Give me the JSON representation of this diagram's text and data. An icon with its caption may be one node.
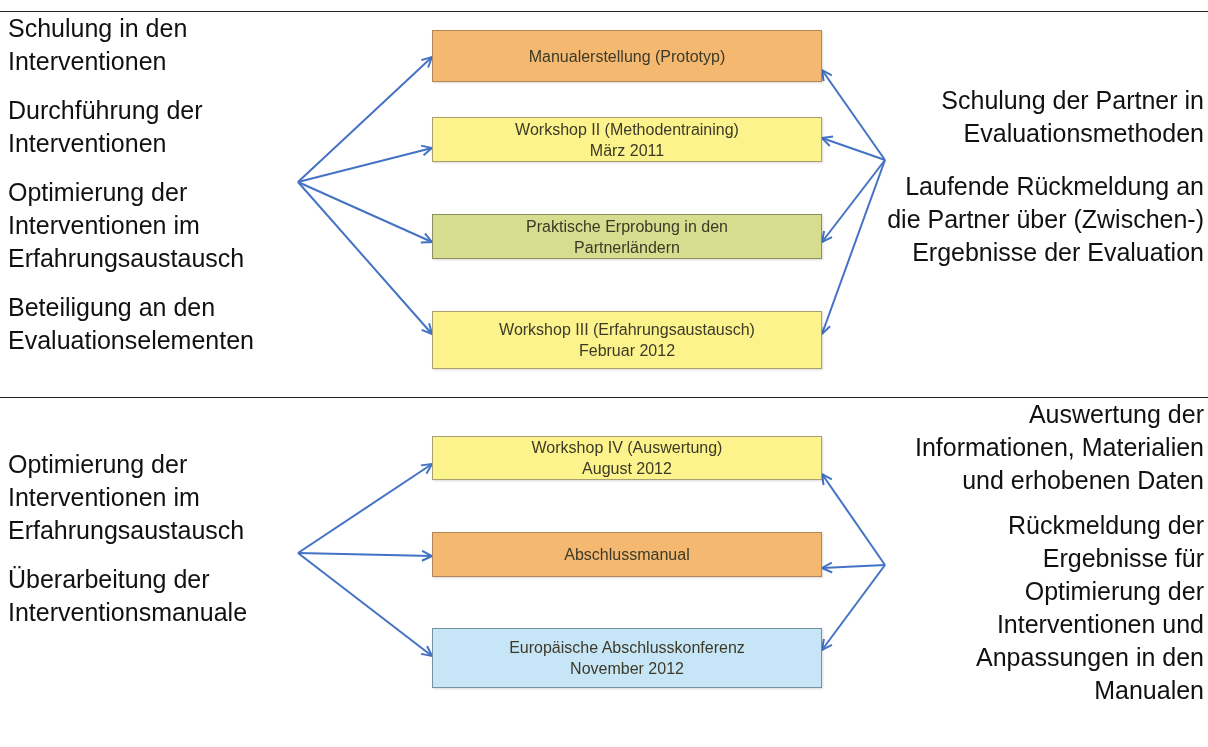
{
  "diagram": {
    "nodes": [
      {
        "text": [
          "Schulung in den Interventionen",
          "Durchführung der Interventionen",
          "Optimierung der Interventionen im Erfahrungsaustausch",
          "Beteiligung an den Evaluationselementen"
        ]
      },
      {
        "text": [
          "Manualerstellung (Prototyp)"
        ]
      },
      {
        "text": [
          "Workshop II (Methodentraining) März 2011"
        ]
      },
      {
        "text": [
          "Praktische Erprobung in den Partnerländern"
        ]
      },
      {
        "text": [
          "Workshop III (Erfahrungsaustausch) Februar 2012"
        ]
      },
      {
        "text": [
          "Schulung der Partner in Evaluationsmethoden",
          "Laufende Rückmeldung an die Partner über (Zwischen-) Ergebnisse der Evaluation"
        ]
      },
      {
        "text": [
          "Optimierung der Interventionen im Erfahrungsaustausch",
          "Überarbeitung der Interventionsmanuale"
        ]
      },
      {
        "text": [
          "Workshop IV (Auswertung) August 2012"
        ]
      },
      {
        "text": [
          "Abschlussmanual"
        ]
      },
      {
        "text": [
          "Europäische Abschlusskonferenz November 2012"
        ]
      },
      {
        "text": [
          "Auswertung der Informationen, Materialien und erhobenen Daten",
          "Rückmeldung der Ergebnisse für Optimierung der Interventionen und Anpassungen in den Manualen"
        ]
      }
    ],
    "edges": [
      {
        "from": 0,
        "to": 1,
        "arrow": "to"
      },
      {
        "from": 0,
        "to": 2,
        "arrow": "to"
      },
      {
        "from": 0,
        "to": 3,
        "arrow": "to"
      },
      {
        "from": 0,
        "to": 4,
        "arrow": "to"
      },
      {
        "from": 5,
        "to": 1,
        "arrow": "to"
      },
      {
        "from": 5,
        "to": 2,
        "arrow": "to"
      },
      {
        "from": 5,
        "to": 3,
        "arrow": "to"
      },
      {
        "from": 5,
        "to": 4,
        "arrow": "to"
      },
      {
        "from": 6,
        "to": 7,
        "arrow": "to"
      },
      {
        "from": 6,
        "to": 8,
        "arrow": "to"
      },
      {
        "from": 6,
        "to": 9,
        "arrow": "to"
      },
      {
        "from": 10,
        "to": 7,
        "arrow": "to"
      },
      {
        "from": 10,
        "to": 8,
        "arrow": "to"
      },
      {
        "from": 10,
        "to": 9,
        "arrow": "to"
      }
    ]
  }
}
